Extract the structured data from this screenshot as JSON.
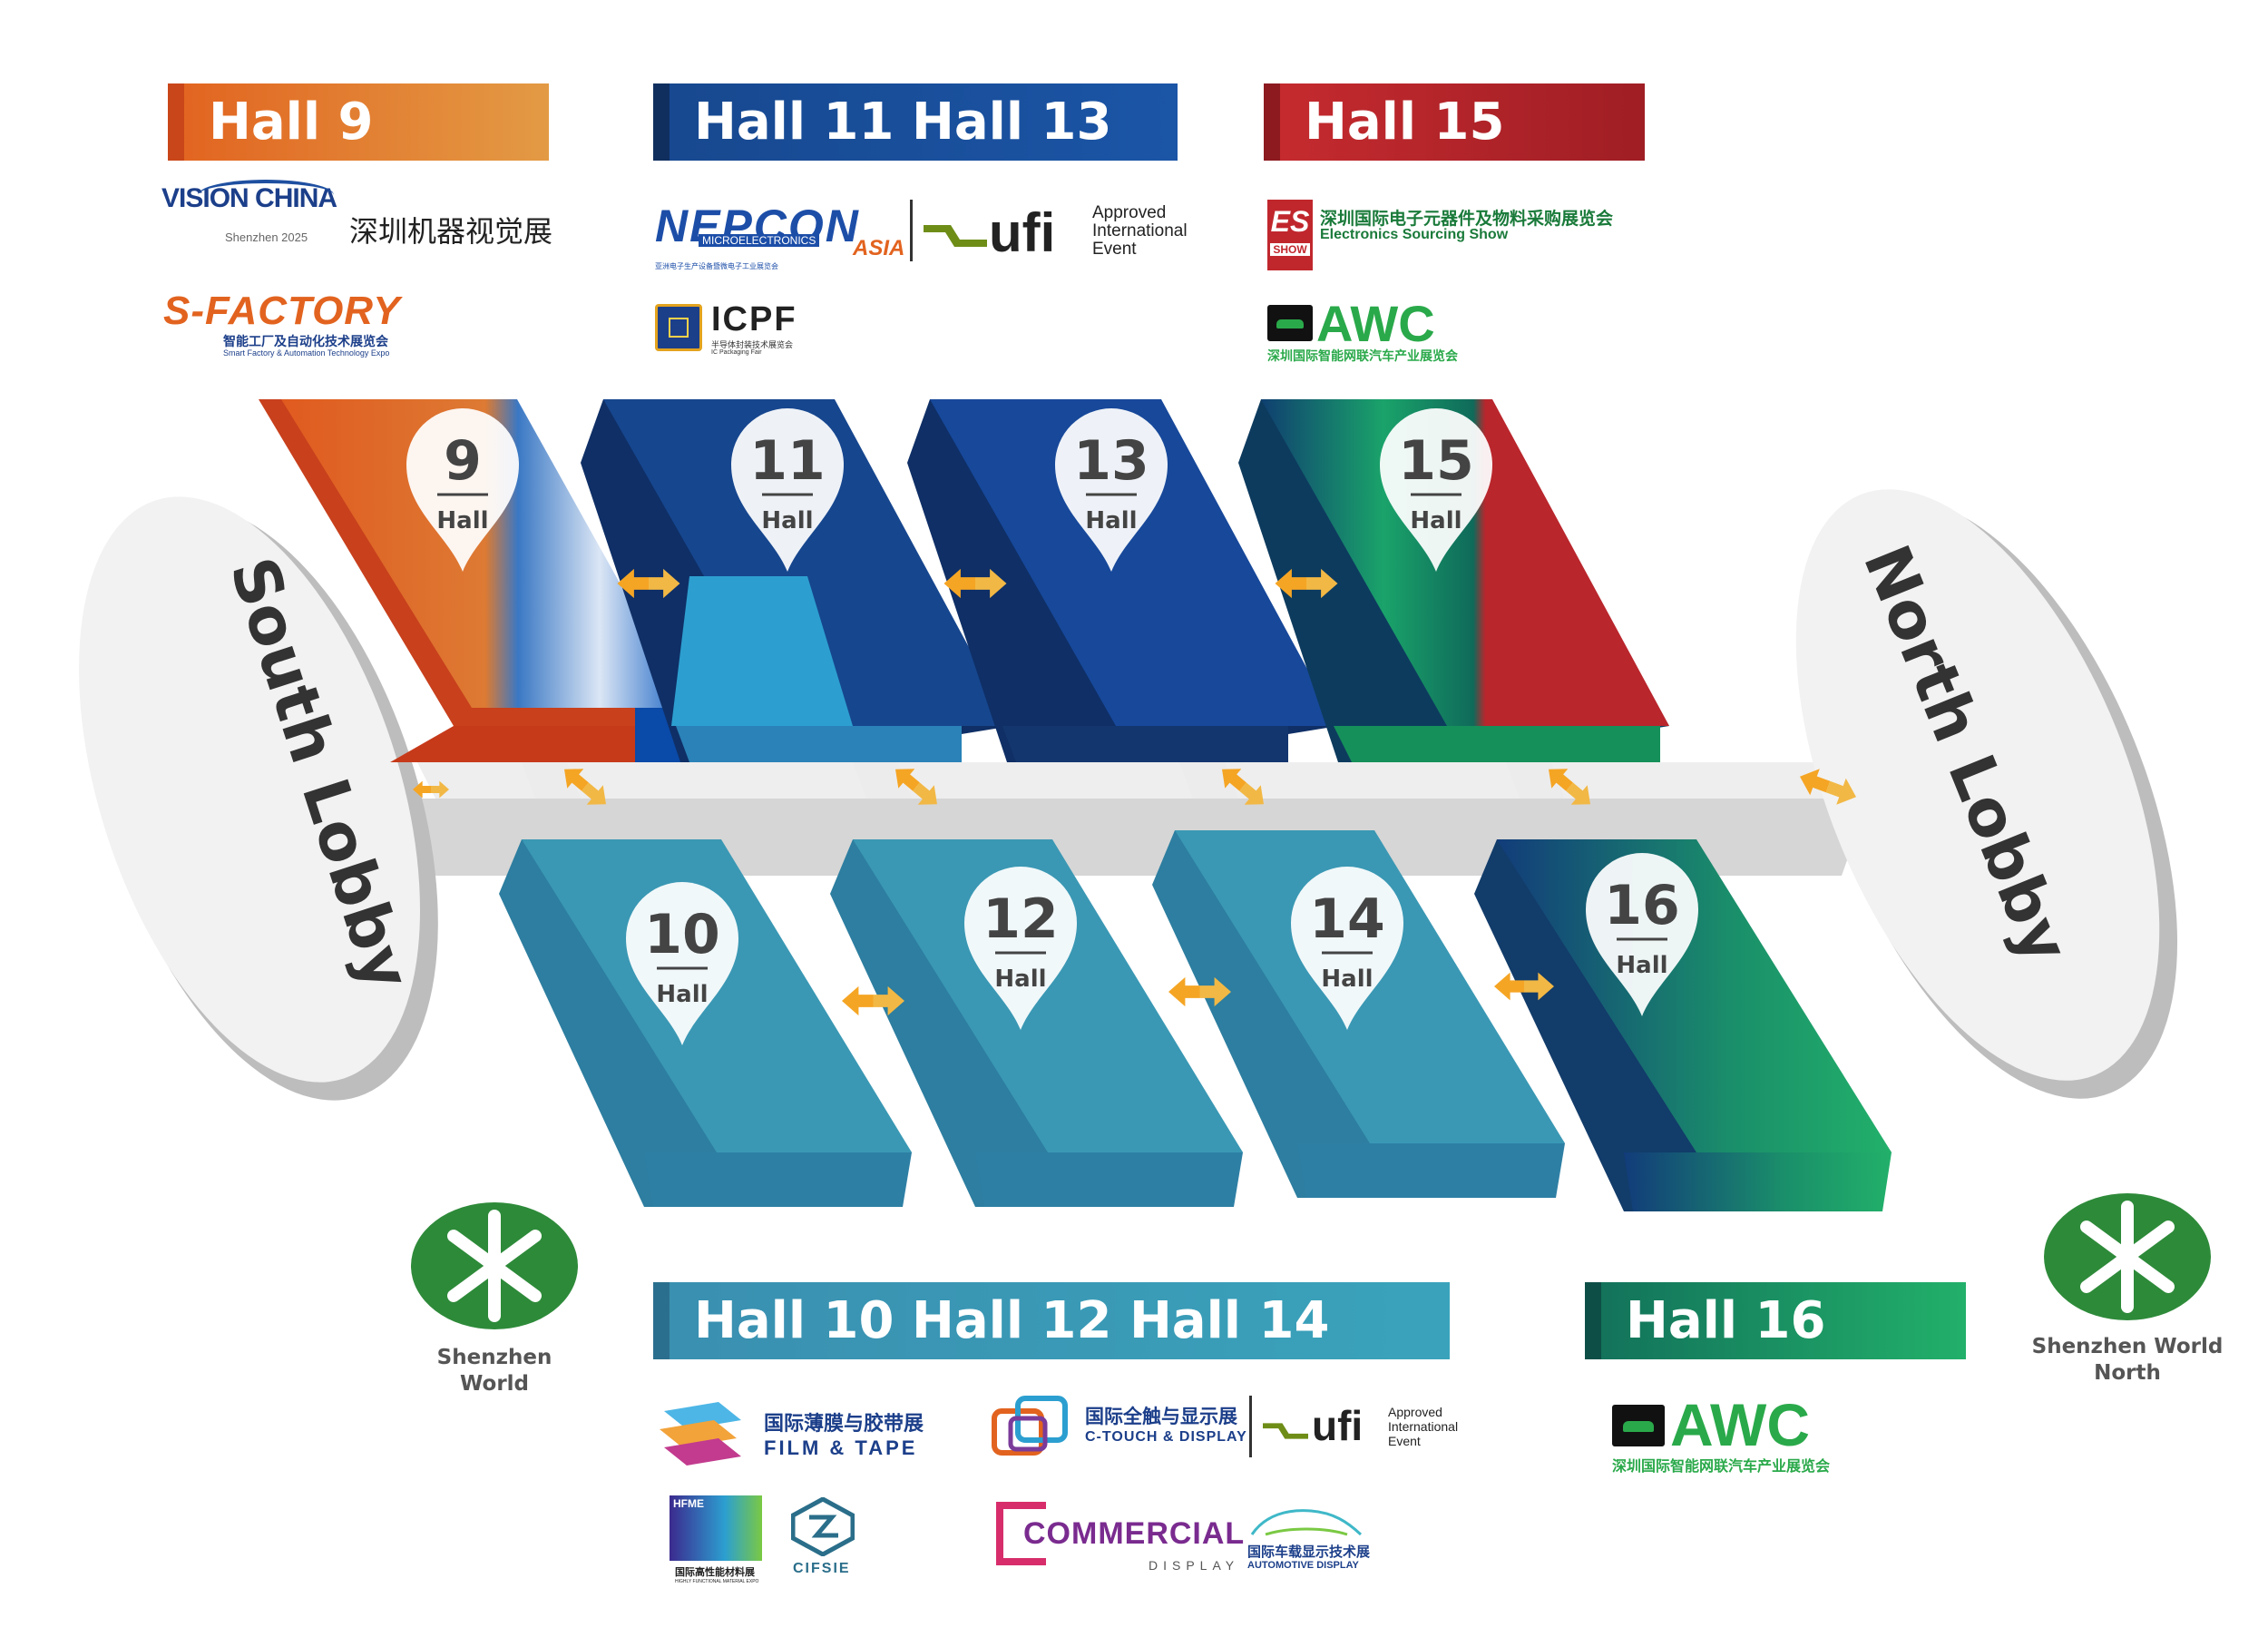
{
  "colors": {
    "orange": "#e2631f",
    "dark_blue": "#17488f",
    "red": "#b52127",
    "teal": "#3a9ab6",
    "green": "#1fa15a",
    "arrow": "#f5a524",
    "grey": "#d9d9d9",
    "metro_green": "#2d8a39"
  },
  "banners": {
    "hall9": "Hall 9",
    "hall11_13": "Hall 11 Hall 13",
    "hall15": "Hall 15",
    "hall10_12_14": "Hall 10  Hall 12 Hall 14",
    "hall16": "Hall 16"
  },
  "logos": {
    "vision_china": {
      "name": "VISION CHINA",
      "sub": "Shenzhen 2025",
      "cn": "深圳机器视觉展"
    },
    "sfactory": {
      "name": "S-FACTORY",
      "cn": "智能工厂及自动化技术展览会",
      "en": "Smart Factory & Automation Technology Expo"
    },
    "nepcon": {
      "name": "NEPCON",
      "micro": "MICROELECTRONICS",
      "asia": "ASIA",
      "cn": "亚洲电子生产设备暨微电子工业展览会"
    },
    "ufi_top": {
      "name": "ufi",
      "line1": "Approved",
      "line2": "International",
      "line3": "Event"
    },
    "icpf": {
      "name": "ICPF",
      "cn": "半导体封装技术展览会",
      "en": "IC Packaging Fair"
    },
    "es_show": {
      "mark1": "ES",
      "mark2": "SHOW",
      "cn": "深圳国际电子元器件及物料采购展览会",
      "en": "Electronics Sourcing Show"
    },
    "awc_top": {
      "name": "AWC",
      "cn": "深圳国际智能网联汽车产业展览会"
    },
    "film_tape": {
      "cn": "国际薄膜与胶带展",
      "en": "FILM & TAPE"
    },
    "c_touch": {
      "cn": "国际全触与显示展",
      "en": "C-TOUCH & DISPLAY"
    },
    "ufi_bottom": {
      "name": "ufi",
      "line1": "Approved",
      "line2": "International",
      "line3": "Event"
    },
    "hfme": {
      "mark": "HFME",
      "cn": "国际高性能材料展",
      "en": "HIGHLY FUNCTIONAL MATERIAL EXPO"
    },
    "cifsie": {
      "name": "CIFSIE"
    },
    "commercial": {
      "name": "COMMERCIAL",
      "sub": "DISPLAY"
    },
    "automotive": {
      "cn": "国际车载显示技术展",
      "en": "AUTOMOTIVE DISPLAY"
    },
    "awc_bottom": {
      "name": "AWC",
      "cn": "深圳国际智能网联汽车产业展览会"
    }
  },
  "halls": {
    "hall_label": "Hall",
    "n9": "9",
    "n10": "10",
    "n11": "11",
    "n12": "12",
    "n13": "13",
    "n14": "14",
    "n15": "15",
    "n16": "16"
  },
  "lobbies": {
    "south": "South Lobby",
    "north": "North Lobby"
  },
  "stations": {
    "sw_line1": "Shenzhen World",
    "swn_line1": "Shenzhen World",
    "swn_line2": "North"
  }
}
